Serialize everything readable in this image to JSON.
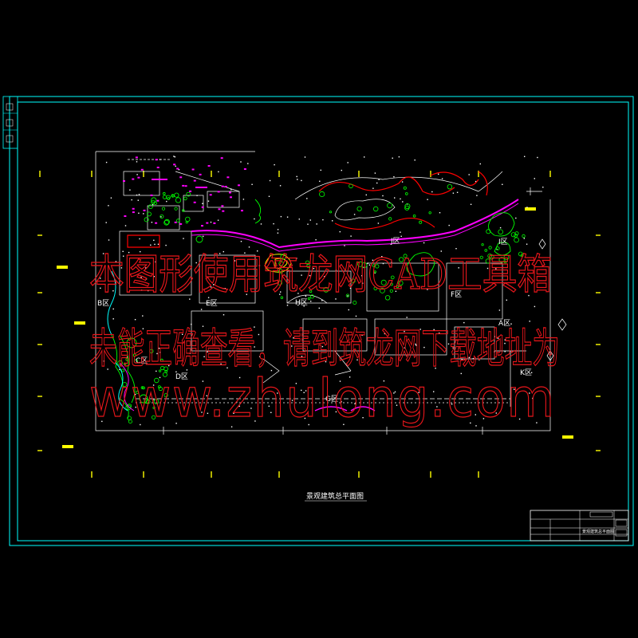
{
  "drawing": {
    "title": "景观建筑总平面图",
    "titleblock_title": "景观建筑总平面图"
  },
  "zones": [
    {
      "label": "B区"
    },
    {
      "label": "E区"
    },
    {
      "label": "F区"
    },
    {
      "label": "J区"
    },
    {
      "label": "C区"
    },
    {
      "label": "D区"
    },
    {
      "label": "G区"
    },
    {
      "label": "H区"
    },
    {
      "label": "I区"
    },
    {
      "label": "A区"
    },
    {
      "label": "K区"
    }
  ],
  "watermark": {
    "line1": "本图形使用筑龙网CAD工具箱",
    "line2": "未能正确查看，请到筑龙网下载地址为",
    "line3": "www.zhulong.com"
  },
  "colors": {
    "background": "#000000",
    "frame": "#00ffff",
    "plan_lines": "#ffffff",
    "vegetation": "#00ff00",
    "paths": "#ff00ff",
    "terrain": "#ff0000",
    "markers": "#ffff00",
    "water": "#00ffff",
    "watermark": "#e8161b"
  }
}
